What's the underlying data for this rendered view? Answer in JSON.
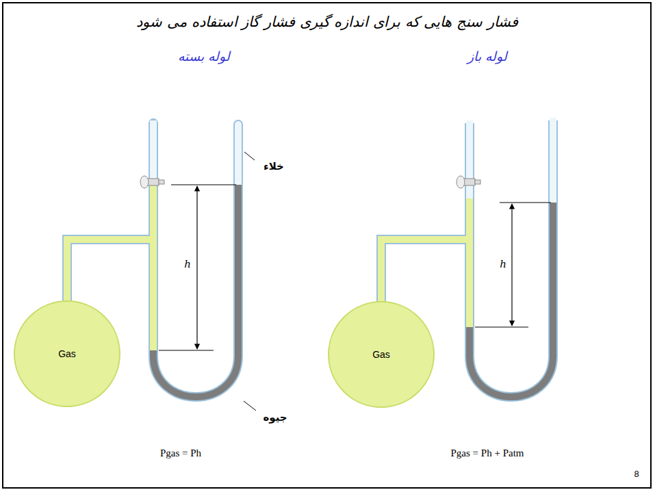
{
  "diagram": {
    "title": "فشار سنج هایی که برای اندازه گیری فشار گاز استفاده می شود",
    "nodes": [
      {
        "text": [
          "Gas"
        ]
      },
      {
        "text": [
          "Gas"
        ]
      }
    ],
    "labels": [
      "لوله بسته",
      "لوله باز",
      "خلاء",
      "h",
      "جیوه",
      "Pgas = Ph",
      "h",
      "Pgas = Ph + Patm",
      "8"
    ]
  }
}
